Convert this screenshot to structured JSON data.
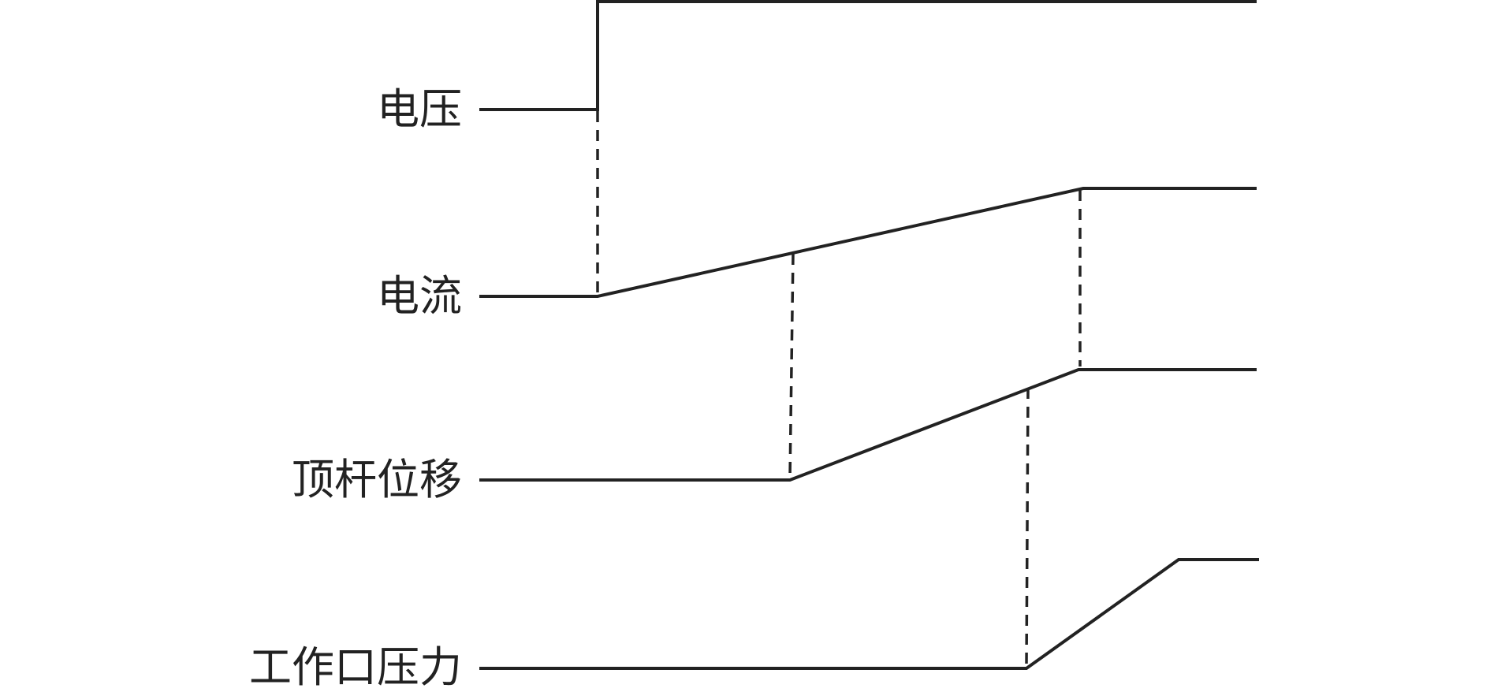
{
  "diagram": {
    "signals": [
      {
        "id": "voltage",
        "label": "电压"
      },
      {
        "id": "current",
        "label": "电流"
      },
      {
        "id": "rod-displacement",
        "label": "顶杆位移"
      },
      {
        "id": "port-pressure",
        "label": "工作口压力"
      }
    ],
    "line_color": "#222222",
    "background": "#ffffff"
  }
}
